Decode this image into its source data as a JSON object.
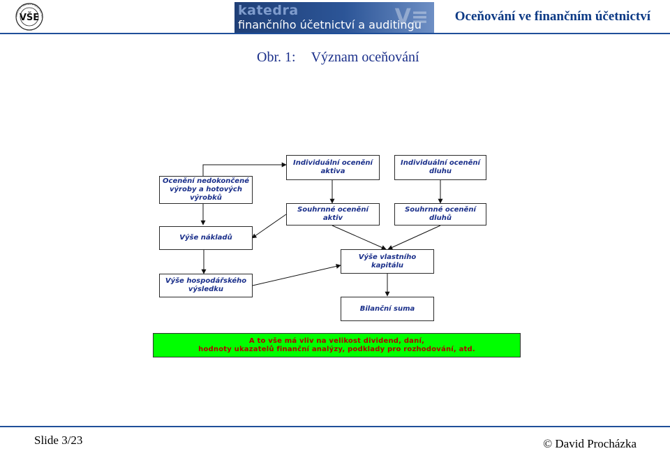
{
  "header": {
    "logo_text": "VŠE",
    "logo_ring_text": "FAKULTA FINANCÍ A ÚČETNICTVÍ",
    "banner_line1": "katedra",
    "banner_line2": "finančního účetnictví a auditingu",
    "title": "Oceňování ve finančním účetnictví"
  },
  "figure": {
    "label": "Obr. 1:",
    "title": "Význam oceňování"
  },
  "diagram": {
    "nodes": {
      "oceneni_nedokoncene": "Ocenění nedokončené výroby a hotových výrobků",
      "individualni_aktiva": "Individuální ocenění aktiva",
      "individualni_dluhu": "Individuální ocenění dluhu",
      "souhrnne_aktiv": "Souhrnné ocenění aktiv",
      "souhrnne_dluhu": "Souhrnné ocenění dluhů",
      "vyse_nakladu": "Výše nákladů",
      "vyse_vlastniho_kapitalu": "Výše vlastního kapitálu",
      "vyse_hospodarskeho_vysledku": "Výše hospodářského výsledku",
      "bilancni_suma": "Bilanční suma"
    },
    "note_line1": "A to vše má vliv na velikost dividend, daní,",
    "note_line2": "hodnoty ukazatelů finanční analýzy, podklady pro rozhodování, atd.",
    "note_bg_color": "#00ff00",
    "note_text_color": "#b00000"
  },
  "footer": {
    "slide": "Slide 3/23",
    "author": "© David Procházka"
  }
}
